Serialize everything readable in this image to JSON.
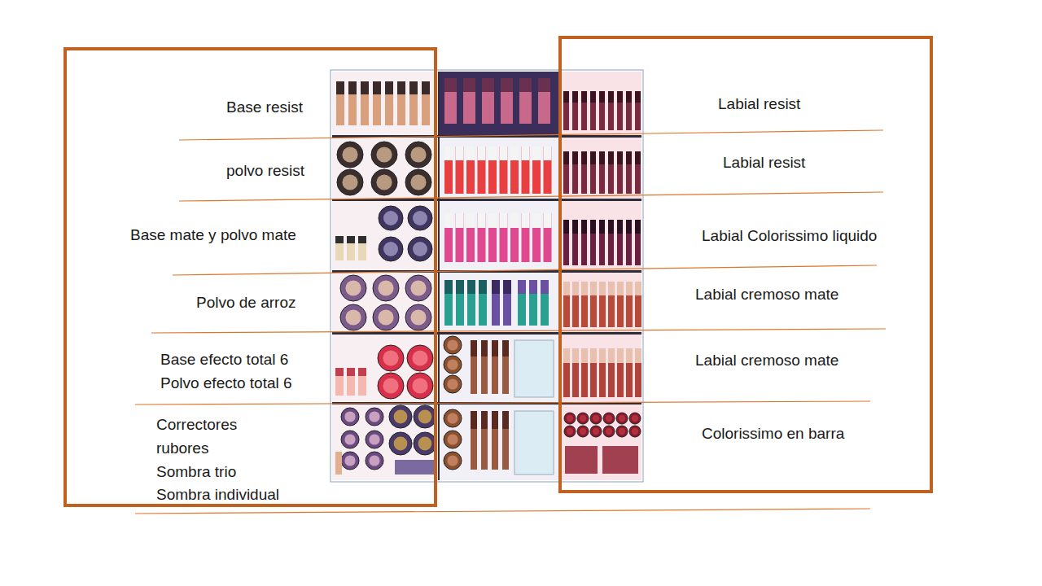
{
  "diagram": {
    "nodes": [
      {
        "text": [
          "Base resist",
          "polvo resist",
          "Base mate y polvo mate",
          "Polvo de arroz",
          "Base efecto total 6",
          "Polvo efecto total 6",
          "Correctores",
          "rubores",
          "Sombra trio",
          "Sombra individual"
        ]
      },
      {
        "text": [
          "Labial resist",
          "Labial resist",
          "Labial Colorissimo liquido",
          "Labial cremoso mate",
          "Labial cremoso mate",
          "Colorissimo en barra"
        ]
      }
    ]
  }
}
